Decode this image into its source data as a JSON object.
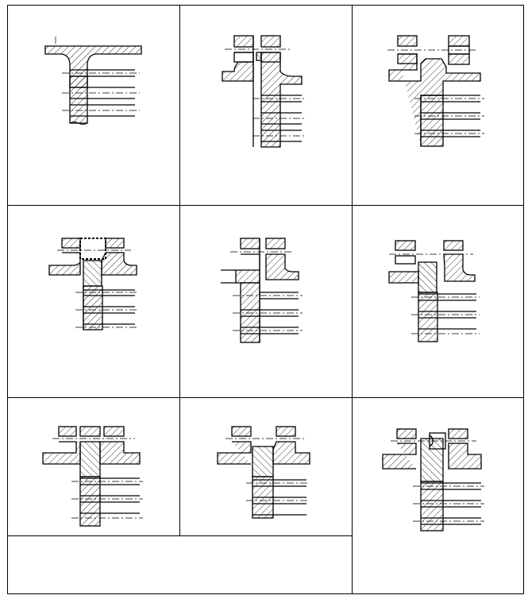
{
  "figure": {
    "kind": "grid of nine flange-to-shell joint cross-section sketches",
    "cells": [
      {
        "id": "joint-1",
        "variant": "tee-flange"
      },
      {
        "id": "joint-2",
        "variant": "neck-flange-with-bolt-bosses"
      },
      {
        "id": "joint-3",
        "variant": "neck-flange-with-stepped-bosses"
      },
      {
        "id": "joint-4",
        "variant": "split-ring-with-dotted-outline"
      },
      {
        "id": "joint-5",
        "variant": "neck-flange-with-bolt-bosses"
      },
      {
        "id": "joint-6",
        "variant": "neck-flange-with-stepped-bosses"
      },
      {
        "id": "joint-7",
        "variant": "neck-flange-with-bolt-bosses"
      },
      {
        "id": "joint-8",
        "variant": "split-ring"
      },
      {
        "id": "joint-9",
        "variant": "neck-flange-with-round-seal"
      }
    ],
    "colors": {
      "line": "#000000",
      "background": "#ffffff"
    }
  }
}
